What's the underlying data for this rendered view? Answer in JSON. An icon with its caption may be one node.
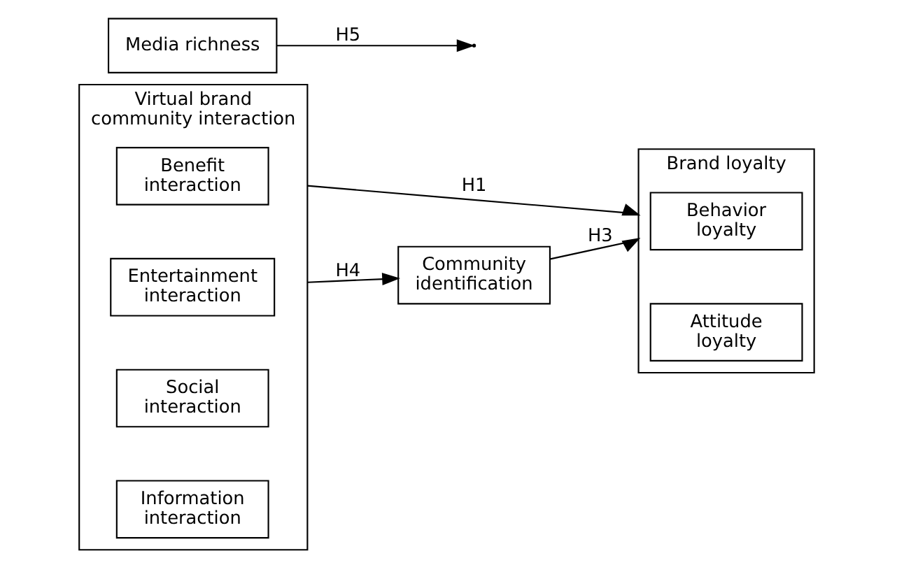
{
  "diagram": {
    "nodes": [
      {
        "text": [
          "Virtual brand community interaction"
        ]
      },
      {
        "text": [
          "Information interaction"
        ],
        "in": 0
      },
      {
        "text": [
          "Social interaction"
        ],
        "in": 0
      },
      {
        "text": [
          "Entertainment interaction"
        ],
        "in": 0
      },
      {
        "text": [
          "Benefit interaction"
        ],
        "in": 0
      },
      {
        "text": [
          "Media richness"
        ]
      },
      {
        "text": [
          "Community identification"
        ]
      },
      {
        "text": [
          "Brand loyalty"
        ]
      },
      {
        "text": [
          "Attitude loyalty"
        ],
        "in": 7
      },
      {
        "text": [
          "Behavior loyalty"
        ],
        "in": 7
      }
    ],
    "edges": [
      {
        "from": 0,
        "to": 6,
        "arrow": "to",
        "label": "H4"
      },
      {
        "from": 5,
        "to": null,
        "arrow": "to",
        "label": "H5"
      },
      {
        "from": 6,
        "to": 7,
        "arrow": "to",
        "label": "H3"
      },
      {
        "from": 0,
        "to": 7,
        "arrow": "to",
        "label": "H1"
      }
    ]
  }
}
